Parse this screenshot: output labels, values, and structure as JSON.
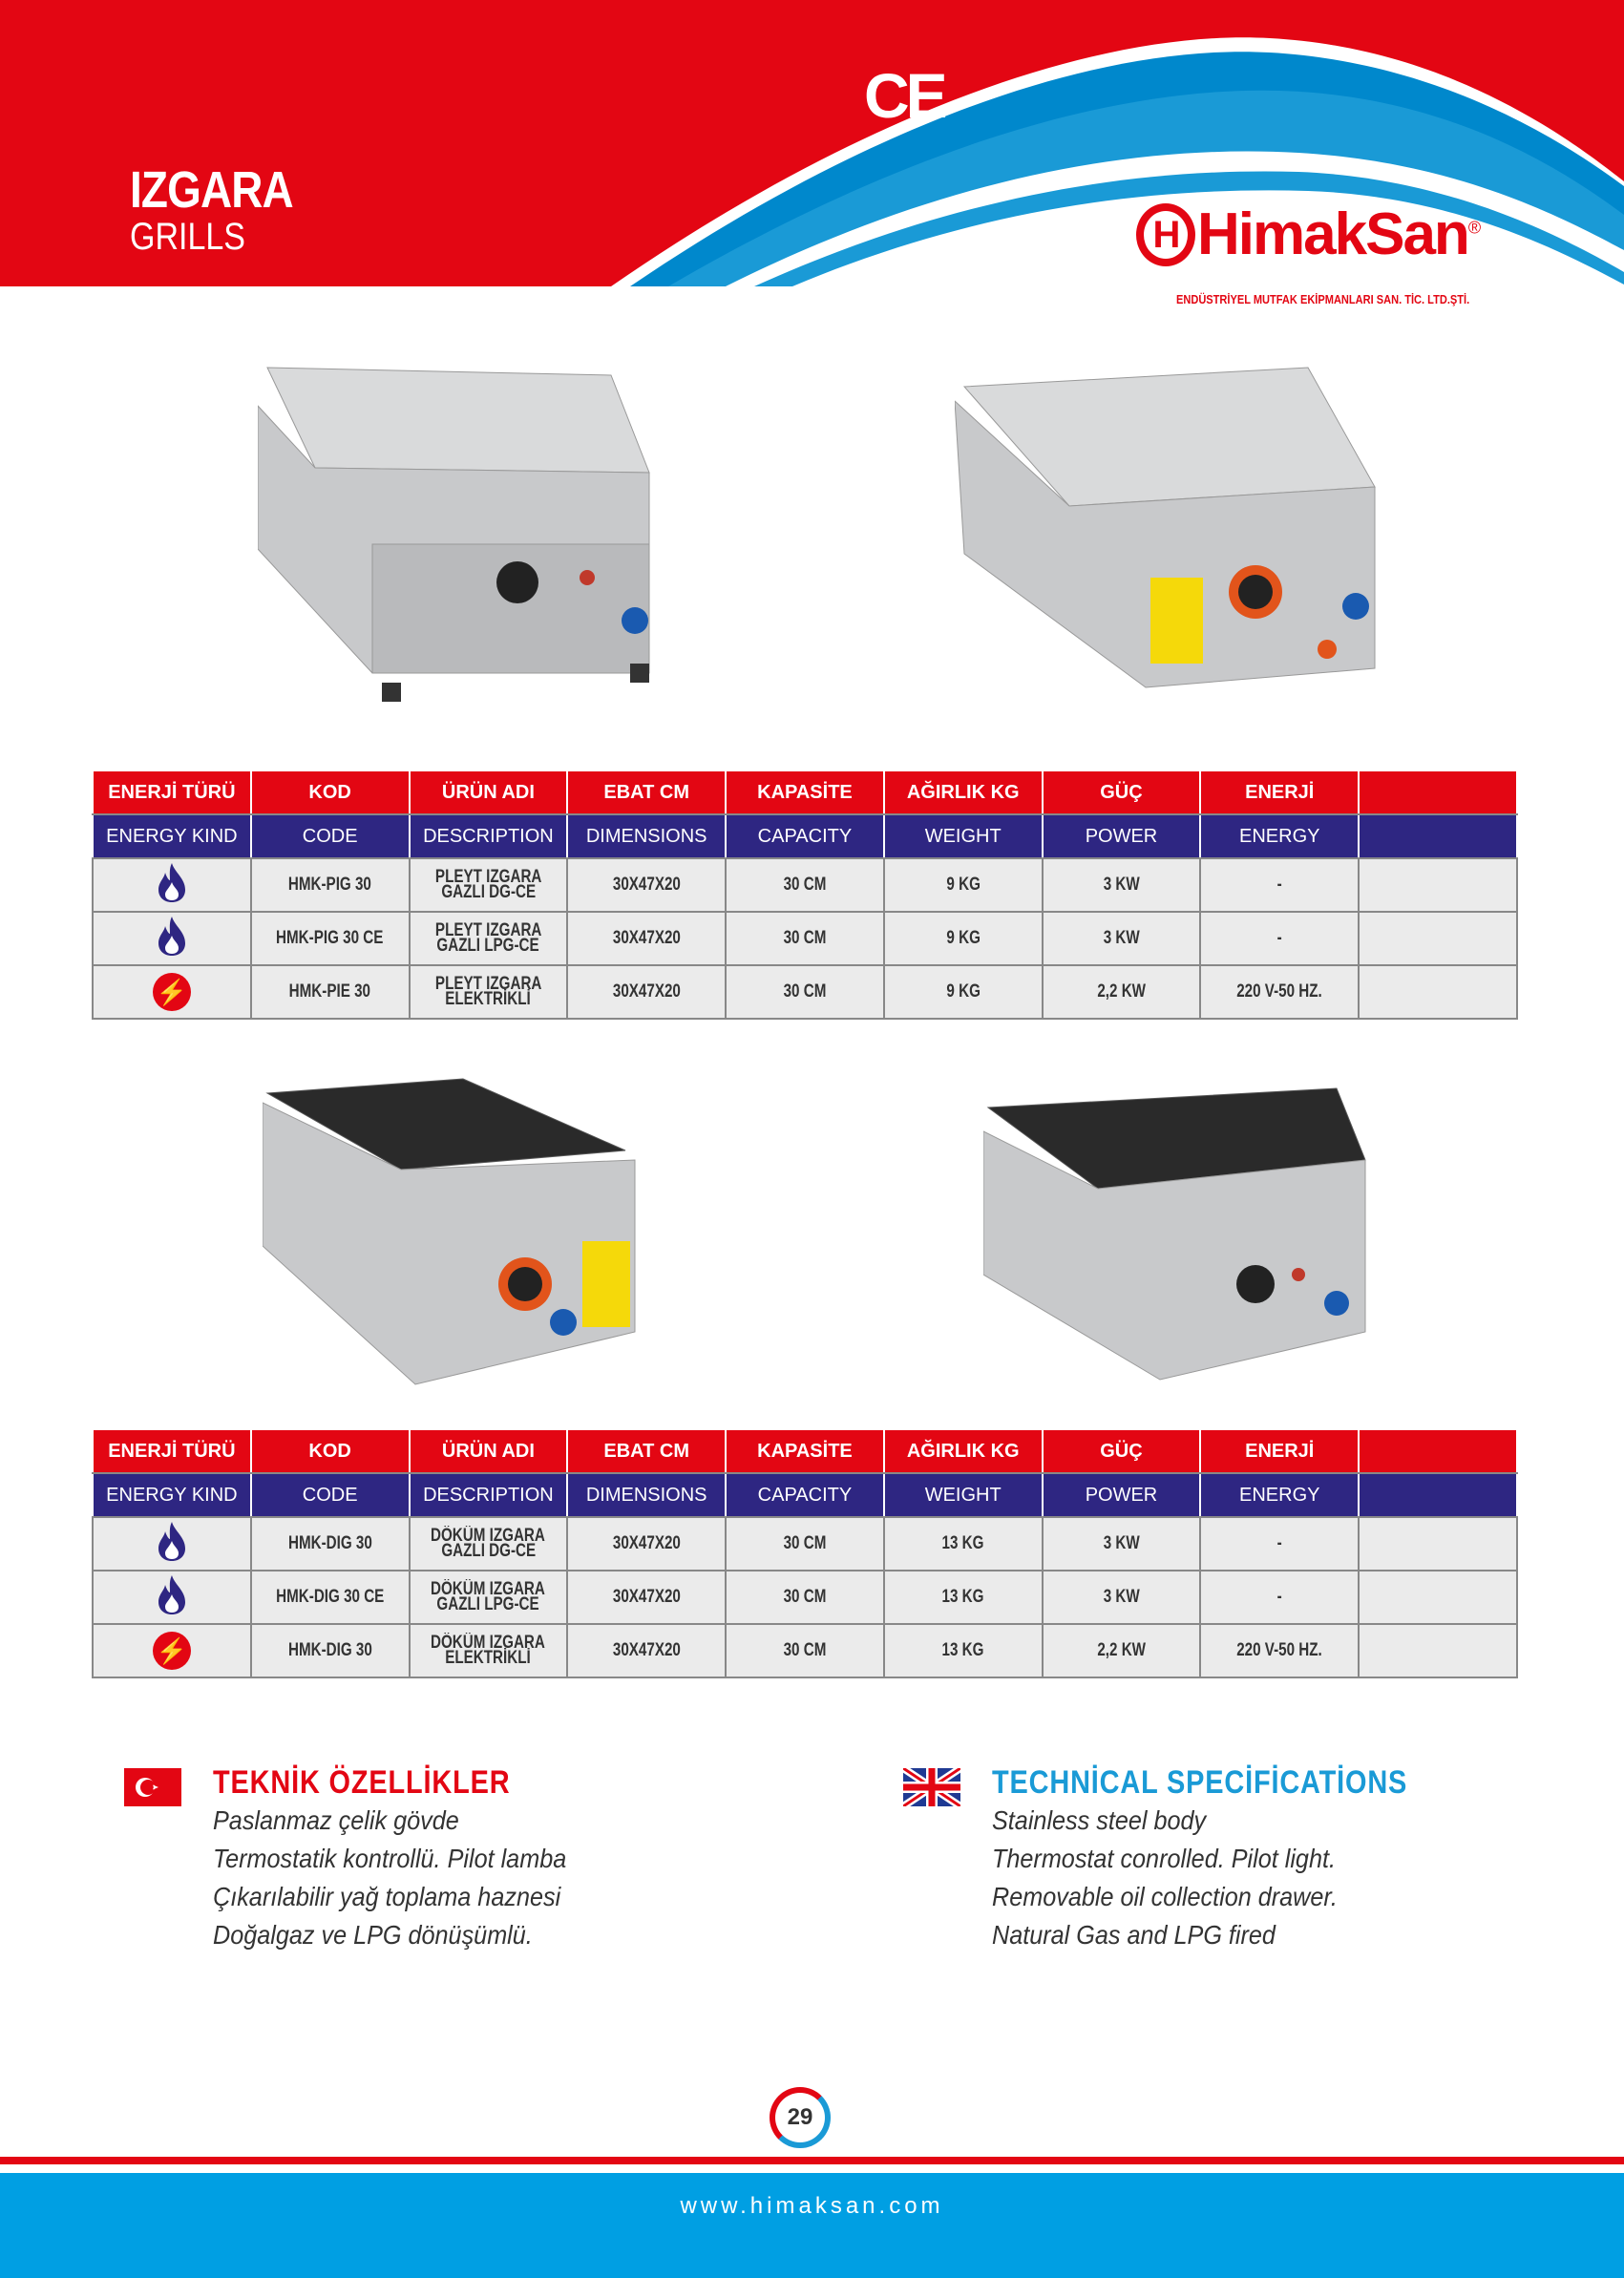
{
  "header": {
    "title": "IZGARA",
    "subtitle": "GRILLS",
    "ce_mark": "CE",
    "logo": "HimakSan",
    "logo_reg": "®",
    "tagline": "ENDÜSTRİYEL MUTFAK EKİPMANLARI SAN. TİC. LTD.ŞTİ."
  },
  "colors": {
    "red": "#e30613",
    "navy": "#2e2682",
    "blue": "#009fe3"
  },
  "table_headers_tr": [
    "ENERJİ TÜRÜ",
    "KOD",
    "ÜRÜN ADI",
    "EBAT CM",
    "KAPASİTE",
    "AĞIRLIK KG",
    "GÜÇ",
    "ENERJİ",
    ""
  ],
  "table_headers_en": [
    "ENERGY KIND",
    "CODE",
    "DESCRIPTION",
    "DIMENSIONS",
    "CAPACITY",
    "WEIGHT",
    "POWER",
    "ENERGY",
    ""
  ],
  "table1": [
    {
      "icon": "flame-icon",
      "code": "HMK-PIG 30",
      "desc1": "PLEYT IZGARA",
      "desc2": "GAZLI DG-CE",
      "dim": "30X47X20",
      "cap": "30 CM",
      "weight": "9 KG",
      "power": "3 KW",
      "energy": "-"
    },
    {
      "icon": "flame-icon",
      "code": "HMK-PIG 30 CE",
      "desc1": "PLEYT IZGARA",
      "desc2": "GAZLI LPG-CE",
      "dim": "30X47X20",
      "cap": "30 CM",
      "weight": "9 KG",
      "power": "3 KW",
      "energy": "-"
    },
    {
      "icon": "electric-icon",
      "code": "HMK-PIE 30",
      "desc1": "PLEYT IZGARA",
      "desc2": "ELEKTRİKLİ",
      "dim": "30X47X20",
      "cap": "30 CM",
      "weight": "9 KG",
      "power": "2,2 KW",
      "energy": "220 V-50 HZ."
    }
  ],
  "table2": [
    {
      "icon": "flame-icon",
      "code": "HMK-DIG 30",
      "desc1": "DÖKÜM IZGARA",
      "desc2": "GAZLI DG-CE",
      "dim": "30X47X20",
      "cap": "30 CM",
      "weight": "13 KG",
      "power": "3 KW",
      "energy": "-"
    },
    {
      "icon": "flame-icon",
      "code": "HMK-DIG 30 CE",
      "desc1": "DÖKÜM IZGARA",
      "desc2": "GAZLI LPG-CE",
      "dim": "30X47X20",
      "cap": "30 CM",
      "weight": "13 KG",
      "power": "3 KW",
      "energy": "-"
    },
    {
      "icon": "electric-icon",
      "code": "HMK-DIG 30",
      "desc1": "DÖKÜM IZGARA",
      "desc2": "ELEKTRİKLİ",
      "dim": "30X47X20",
      "cap": "30 CM",
      "weight": "13 KG",
      "power": "2,2 KW",
      "energy": "220 V-50 HZ."
    }
  ],
  "specs_tr": {
    "title": "TEKNİK ÖZELLİKLER",
    "lines": [
      "Paslanmaz çelik gövde",
      "Termostatik kontrollü. Pilot lamba",
      "Çıkarılabilir yağ toplama haznesi",
      "Doğalgaz ve LPG dönüşümlü."
    ]
  },
  "specs_en": {
    "title": "TECHNİCAL SPECİFİCATİONS",
    "lines": [
      "Stainless steel body",
      "Thermostat conrolled. Pilot light.",
      "Removable oil collection drawer.",
      "Natural Gas and LPG fired"
    ]
  },
  "page_number": "29",
  "footer": {
    "url": "www.himaksan.com"
  }
}
